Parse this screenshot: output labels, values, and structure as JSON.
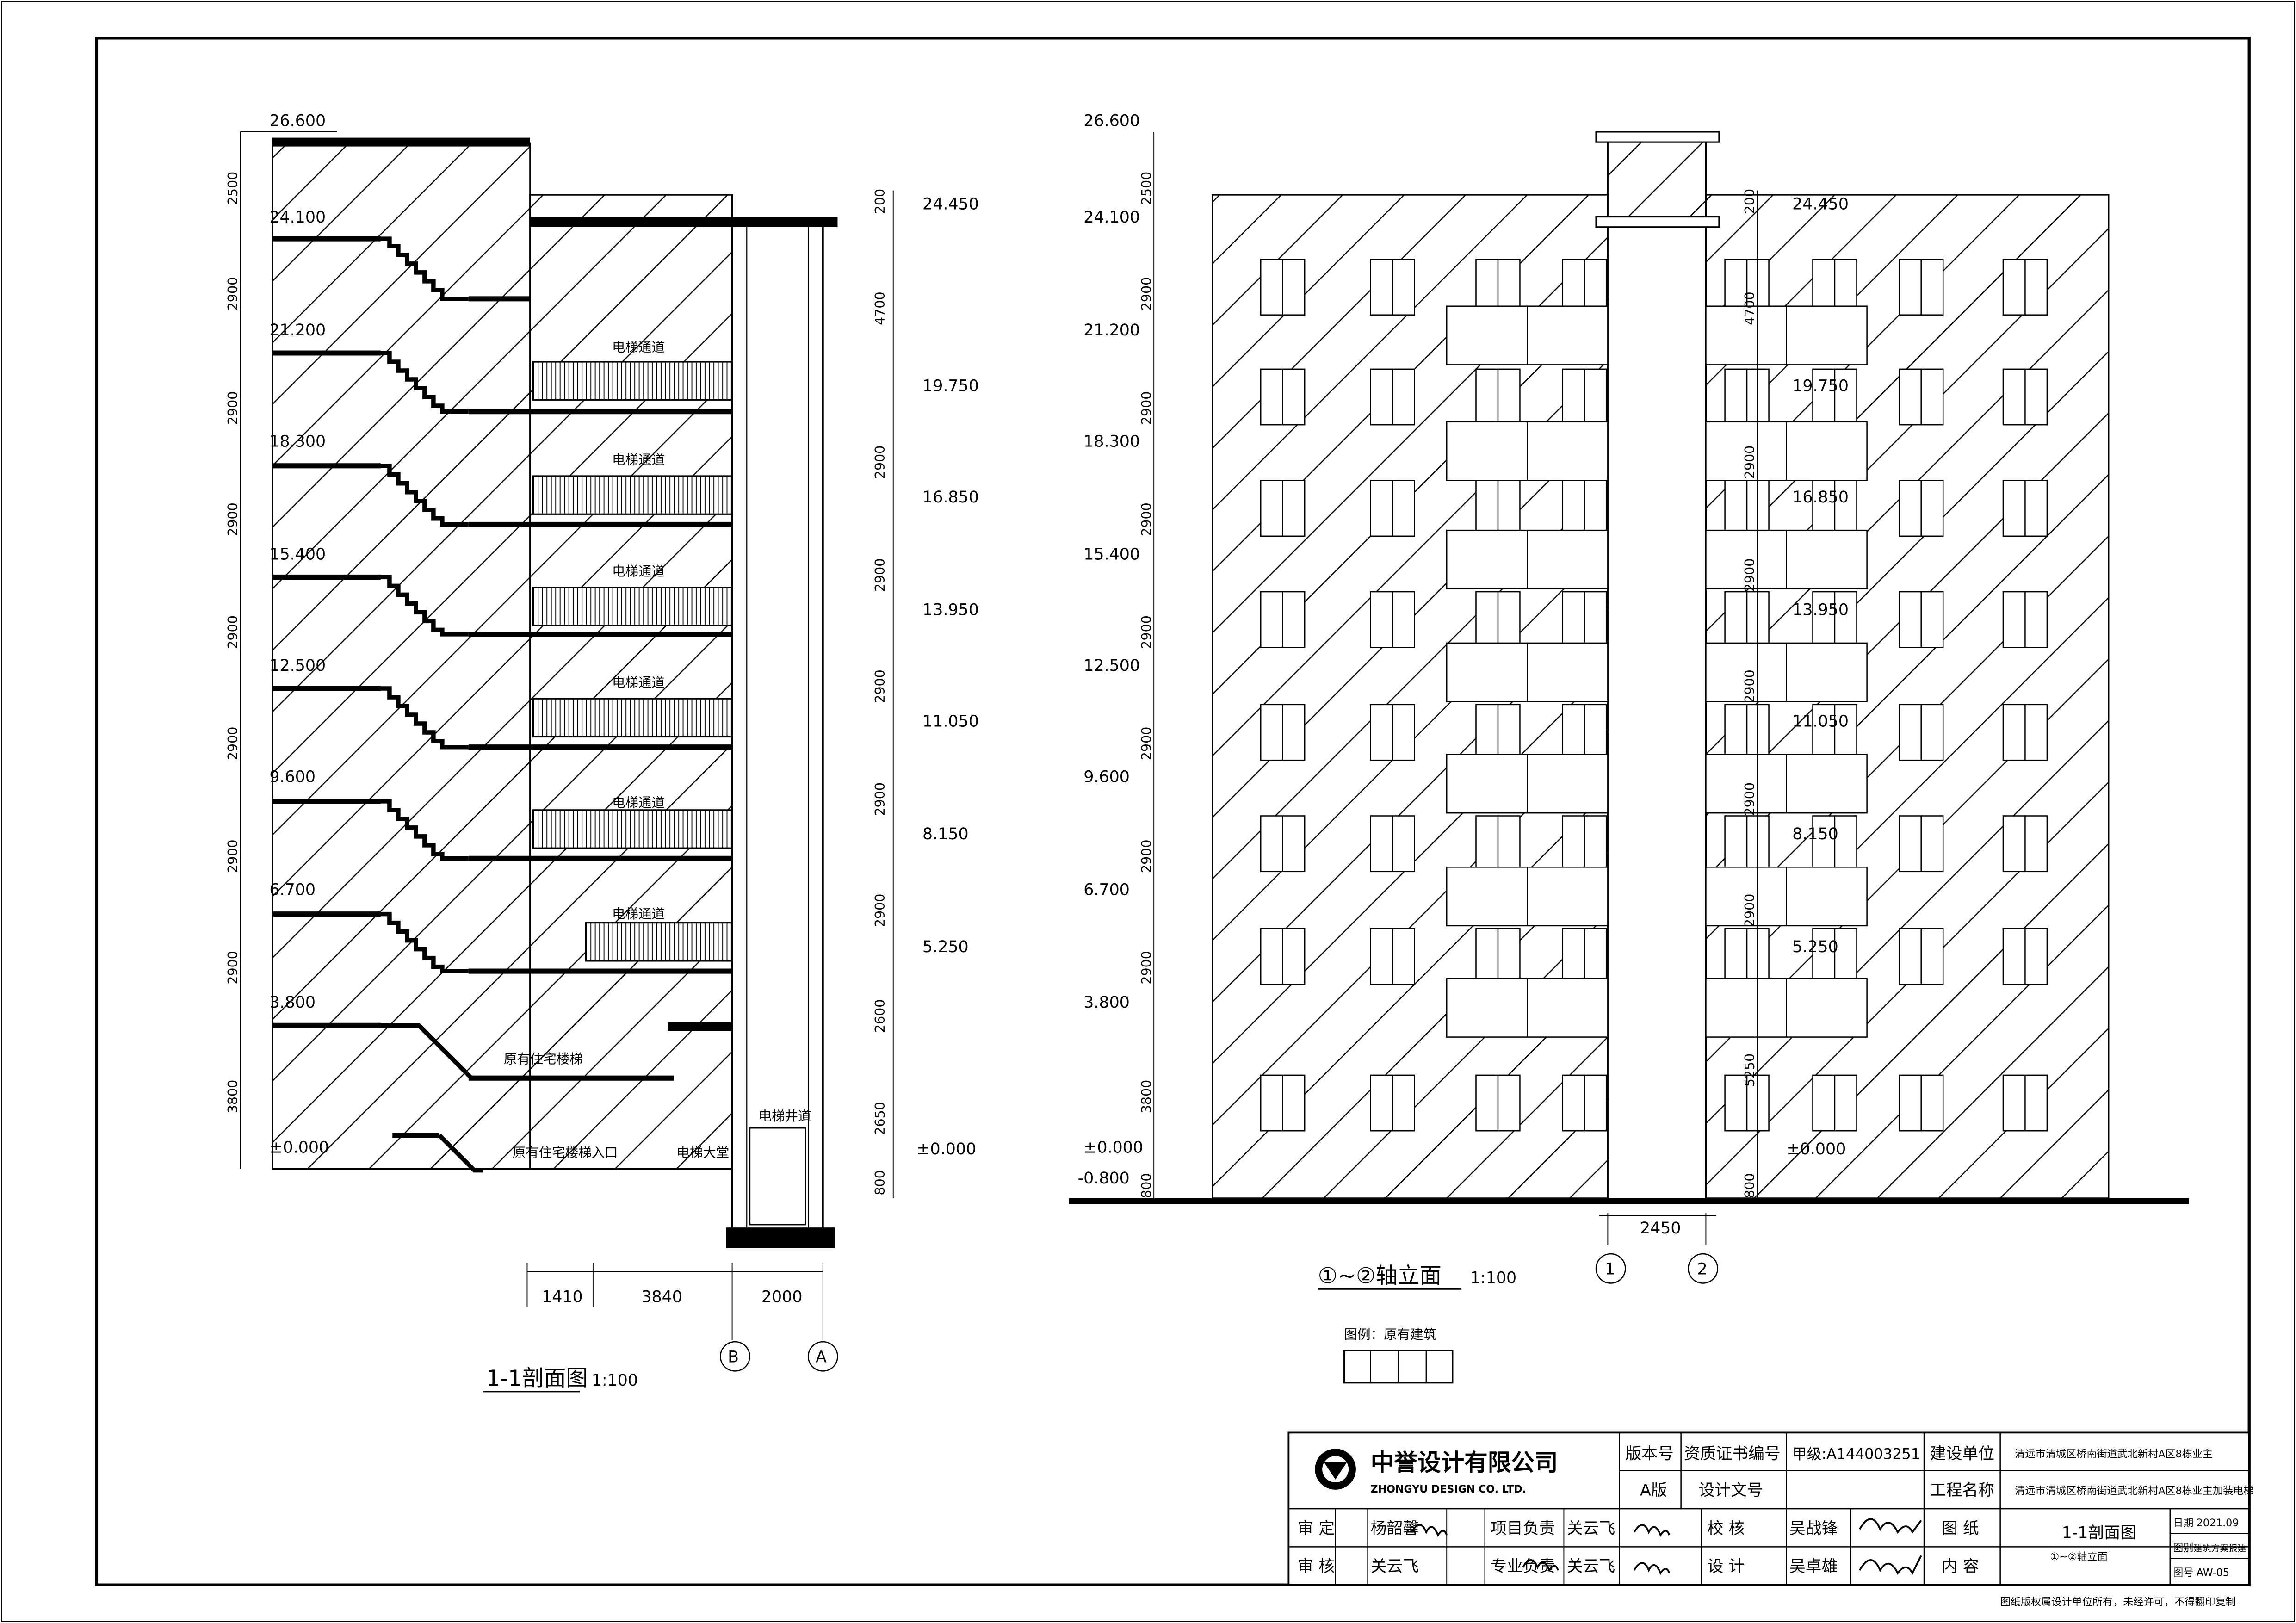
{
  "section": {
    "title": "1-1剖面图",
    "scale": "1:100",
    "levels": [
      "26.600",
      "24.100",
      "21.200",
      "18.300",
      "15.400",
      "12.500",
      "9.600",
      "6.700",
      "3.800",
      "±0.000"
    ],
    "left_dims": [
      "2500",
      "2900",
      "2900",
      "2900",
      "2900",
      "2900",
      "2900",
      "2900",
      "3800"
    ],
    "right_levels": [
      "24.450",
      "19.750",
      "16.850",
      "13.950",
      "11.050",
      "8.150",
      "5.250",
      "±0.000"
    ],
    "right_dims": [
      "200",
      "4700",
      "2900",
      "2900",
      "2900",
      "2900",
      "2900",
      "2600",
      "2650",
      "800"
    ],
    "bottom_dims": [
      "1410",
      "3840",
      "2000"
    ],
    "axes": [
      "B",
      "A"
    ],
    "corridor_label": "电梯通道",
    "pit_label": "电梯井道",
    "hall_label": "电梯大堂",
    "entrance_label": "原有住宅楼梯入口",
    "stair_label": "原有住宅楼梯"
  },
  "elevation": {
    "title": "①~②轴立面",
    "scale": "1:100",
    "left_levels": [
      "26.600",
      "24.100",
      "21.200",
      "18.300",
      "15.400",
      "12.500",
      "9.600",
      "6.700",
      "3.800",
      "±0.000",
      "-0.800"
    ],
    "left_dims": [
      "2500",
      "2900",
      "2900",
      "2900",
      "2900",
      "2900",
      "2900",
      "2900",
      "3800",
      "800"
    ],
    "right_levels": [
      "24.450",
      "19.750",
      "16.850",
      "13.950",
      "11.050",
      "8.150",
      "5.250",
      "±0.000"
    ],
    "right_dims": [
      "200",
      "4700",
      "2900",
      "2900",
      "2900",
      "2900",
      "2900",
      "5250",
      "800"
    ],
    "bottom_dim": "2450",
    "axes": [
      "1",
      "2"
    ]
  },
  "legend": {
    "label": "图例：原有建筑"
  },
  "title_block": {
    "company_cn": "中誉设计有限公司",
    "company_en": "ZHONGYU DESIGN CO. LTD.",
    "version_label": "版本号",
    "version_value": "A版",
    "qualification_label": "资质证书编号",
    "qualification_value": "甲级:A144003251",
    "design_doc_label": "设计文号",
    "client_label": "建设单位",
    "client_value": "清远市清城区桥南街道武北新村A区8栋业主",
    "project_label": "工程名称",
    "project_value": "清远市清城区桥南街道武北新村A区8栋业主加装电梯",
    "approve_label": "审  定",
    "approve_name": "杨韶馨",
    "approve_sig": "杨韶馨",
    "review_label": "审  核",
    "review_name": "关云飞",
    "review_sig": "关云飞",
    "pm_label": "项目负责",
    "pm_name": "关云飞",
    "pm_sig": "关云飞",
    "spm_label": "专业负责",
    "spm_name": "关云飞",
    "spm_sig": "关云飞",
    "check_label": "校  核",
    "check_name": "吴战锋",
    "check_sig": "吴战锋",
    "design_label": "设  计",
    "design_name": "吴卓雄",
    "design_sig": "吴卓雄",
    "drawing_label1": "图 纸",
    "drawing_label2": "内 容",
    "drawing_content1": "1-1剖面图",
    "drawing_content2": "①~②轴立面",
    "date_label": "日期",
    "date_value": "2021.09",
    "category_label": "图别",
    "category_value": "建筑方案报建",
    "number_label": "图号",
    "number_value": "AW-05",
    "copyright": "图纸版权属设计单位所有，未经许可，不得翻印复制"
  }
}
